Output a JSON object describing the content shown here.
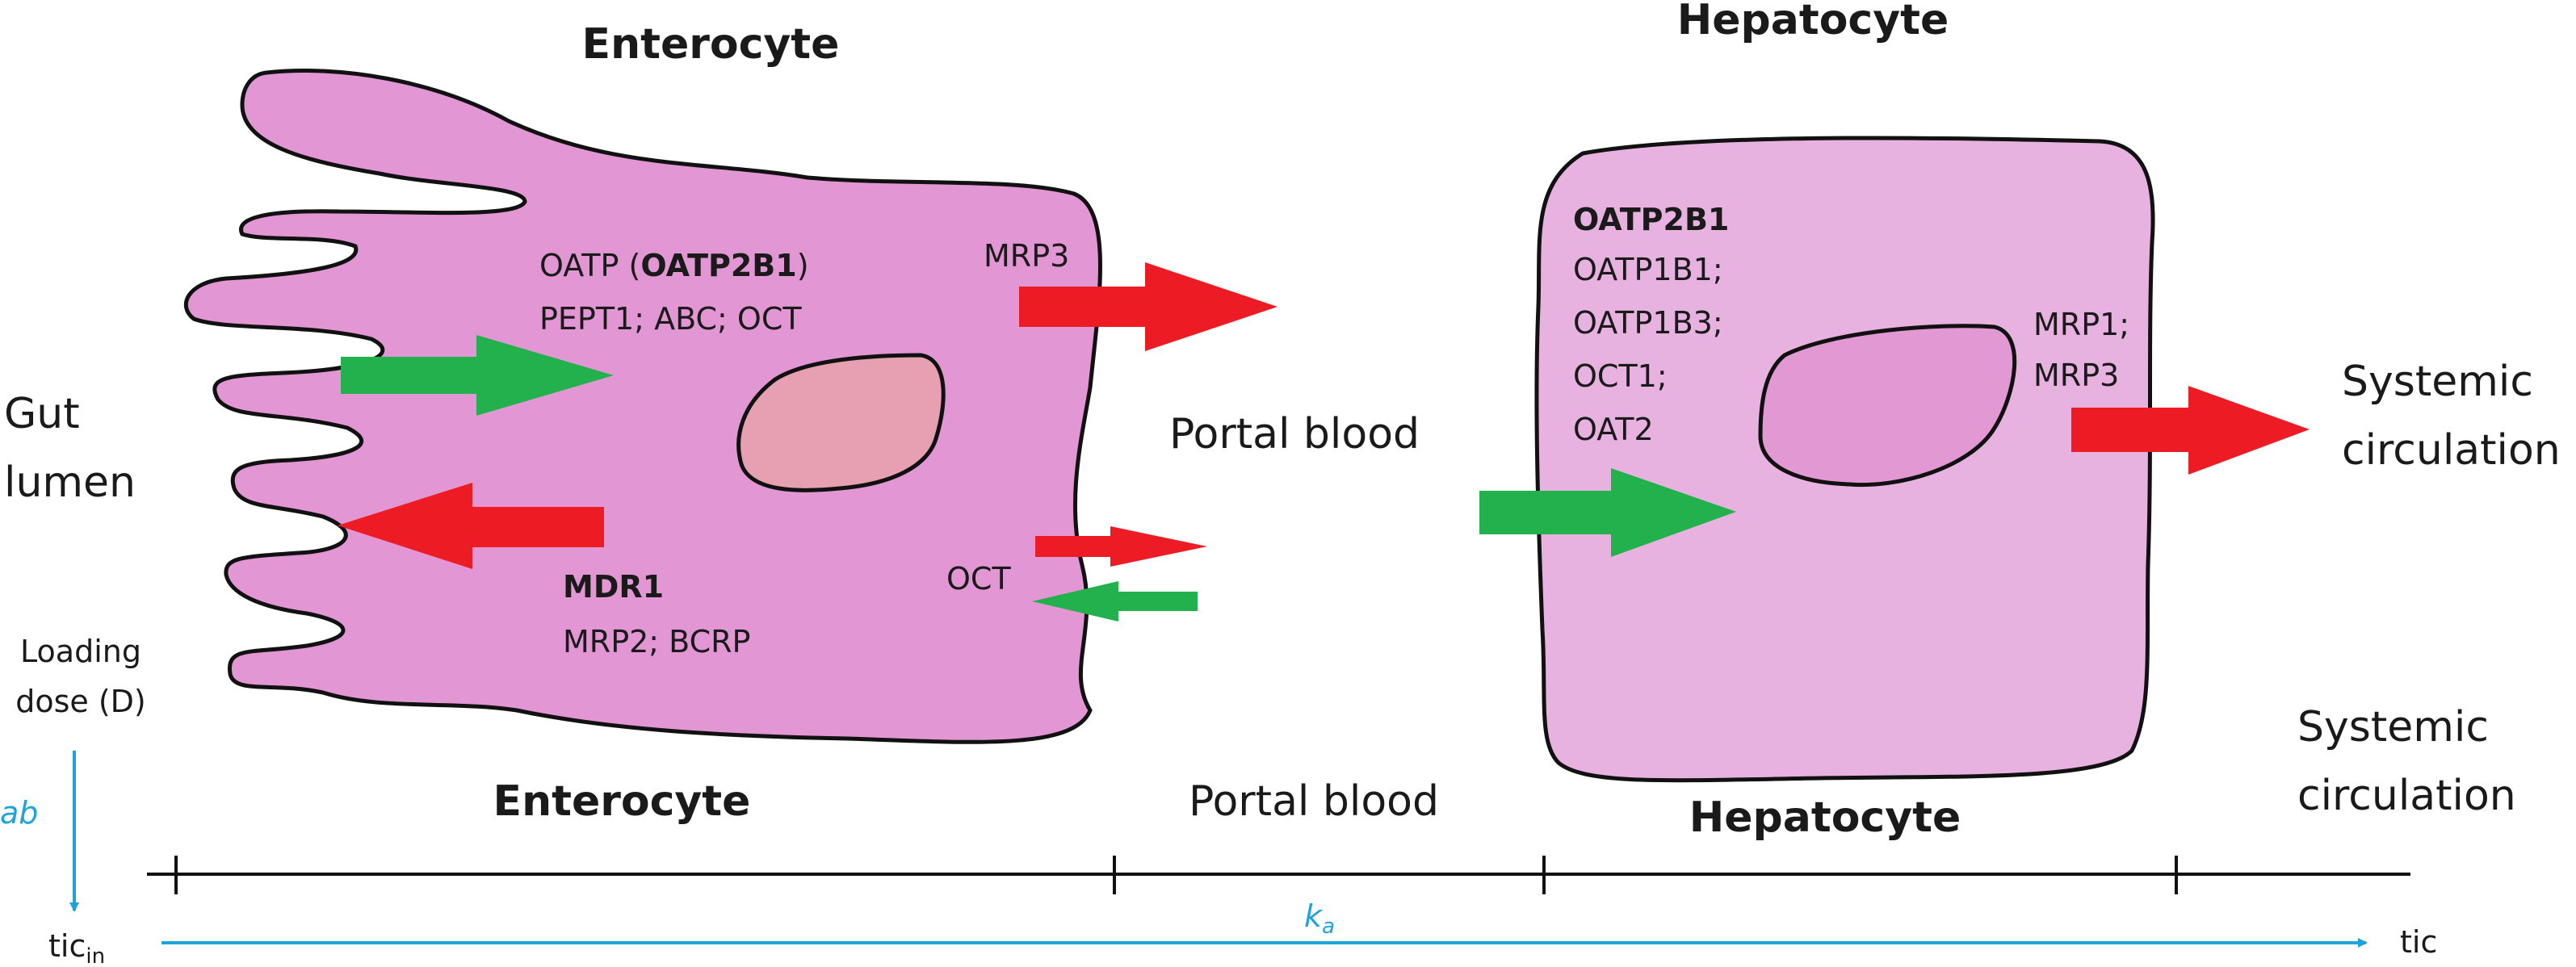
{
  "colors": {
    "cell_fill_enterocyte": "#e296d4",
    "cell_fill_hepatocyte": "#e7b1e0",
    "nucleus_enterocyte": "#e79fb2",
    "nucleus_hepatocyte": "#e198d3",
    "arrow_green": "#22b14c",
    "arrow_red": "#ed1c24",
    "timeline_blue": "#1fa3dd",
    "outline": "#111111"
  },
  "top_titles": {
    "enterocyte": "Enterocyte",
    "hepatocyte": "Hepatocyte"
  },
  "left_labels": {
    "gut_line1": "Gut",
    "gut_line2": "lumen",
    "dose_line1": "Loading",
    "dose_line2": "dose (D)"
  },
  "enterocyte": {
    "uptake_line1_prefix": "OATP (",
    "uptake_line1_bold": "OATP2B1",
    "uptake_line1_suffix": ")",
    "uptake_line2": "PEPT1; ABC; OCT",
    "efflux_bold": "MDR1",
    "efflux_line2": "MRP2; BCRP",
    "basolateral_out": "MRP3",
    "basolateral_bi": "OCT"
  },
  "portal_label": "Portal blood",
  "hepatocyte": {
    "uptake_bold": "OATP2B1",
    "uptake_lines": [
      "OATP1B1;",
      "OATP1B3;",
      "OCT1;",
      "OAT2"
    ],
    "efflux_lines": [
      "MRP1;",
      "MRP3"
    ]
  },
  "systemic_label": {
    "line1": "Systemic",
    "line2": "circulation"
  },
  "bottom_compartments": {
    "enterocyte": "Enterocyte",
    "portal": "Portal blood",
    "hepatocyte": "Hepatocyte",
    "systemic_line1": "Systemic",
    "systemic_line2": "circulation"
  },
  "timeline": {
    "ab_label": "ab",
    "ka_label": "k",
    "ka_sub": "a",
    "tic_in_label": "tic",
    "tic_in_sub": "in",
    "tic_label": "tic"
  }
}
